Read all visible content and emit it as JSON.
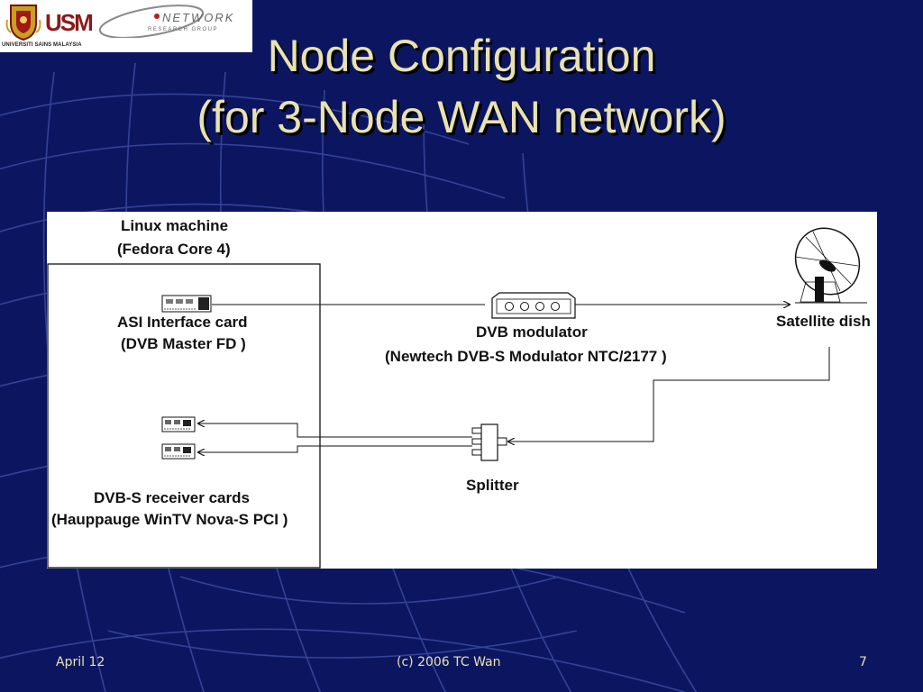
{
  "slide": {
    "title_line1": "Node Configuration",
    "title_line2": "(for 3-Node WAN network)"
  },
  "logos": {
    "university_name": "UNIVERSITI SAINS MALAYSIA",
    "usm_mark": "USM",
    "network_logo_top": "NETWORK",
    "network_logo_bottom": "RESEARCH GROUP"
  },
  "diagram": {
    "linux_machine": "Linux machine",
    "linux_os": "(Fedora Core 4)",
    "asi_card": "ASI Interface card",
    "asi_card_model": "(DVB Master FD )",
    "dvb_modulator": "DVB modulator",
    "dvb_modulator_model": "(Newtech DVB-S Modulator NTC/2177 )",
    "satellite_dish": "Satellite dish",
    "splitter": "Splitter",
    "receiver_cards": "DVB-S receiver cards",
    "receiver_cards_model": "(Hauppauge WinTV Nova-S PCI )"
  },
  "footer": {
    "date": "April 12",
    "copyright": "(c) 2006 TC Wan",
    "page_number": "7"
  },
  "colors": {
    "background": "#0c1660",
    "title_text": "#e8e2b0",
    "grid_lines": "#3a4aa0"
  }
}
